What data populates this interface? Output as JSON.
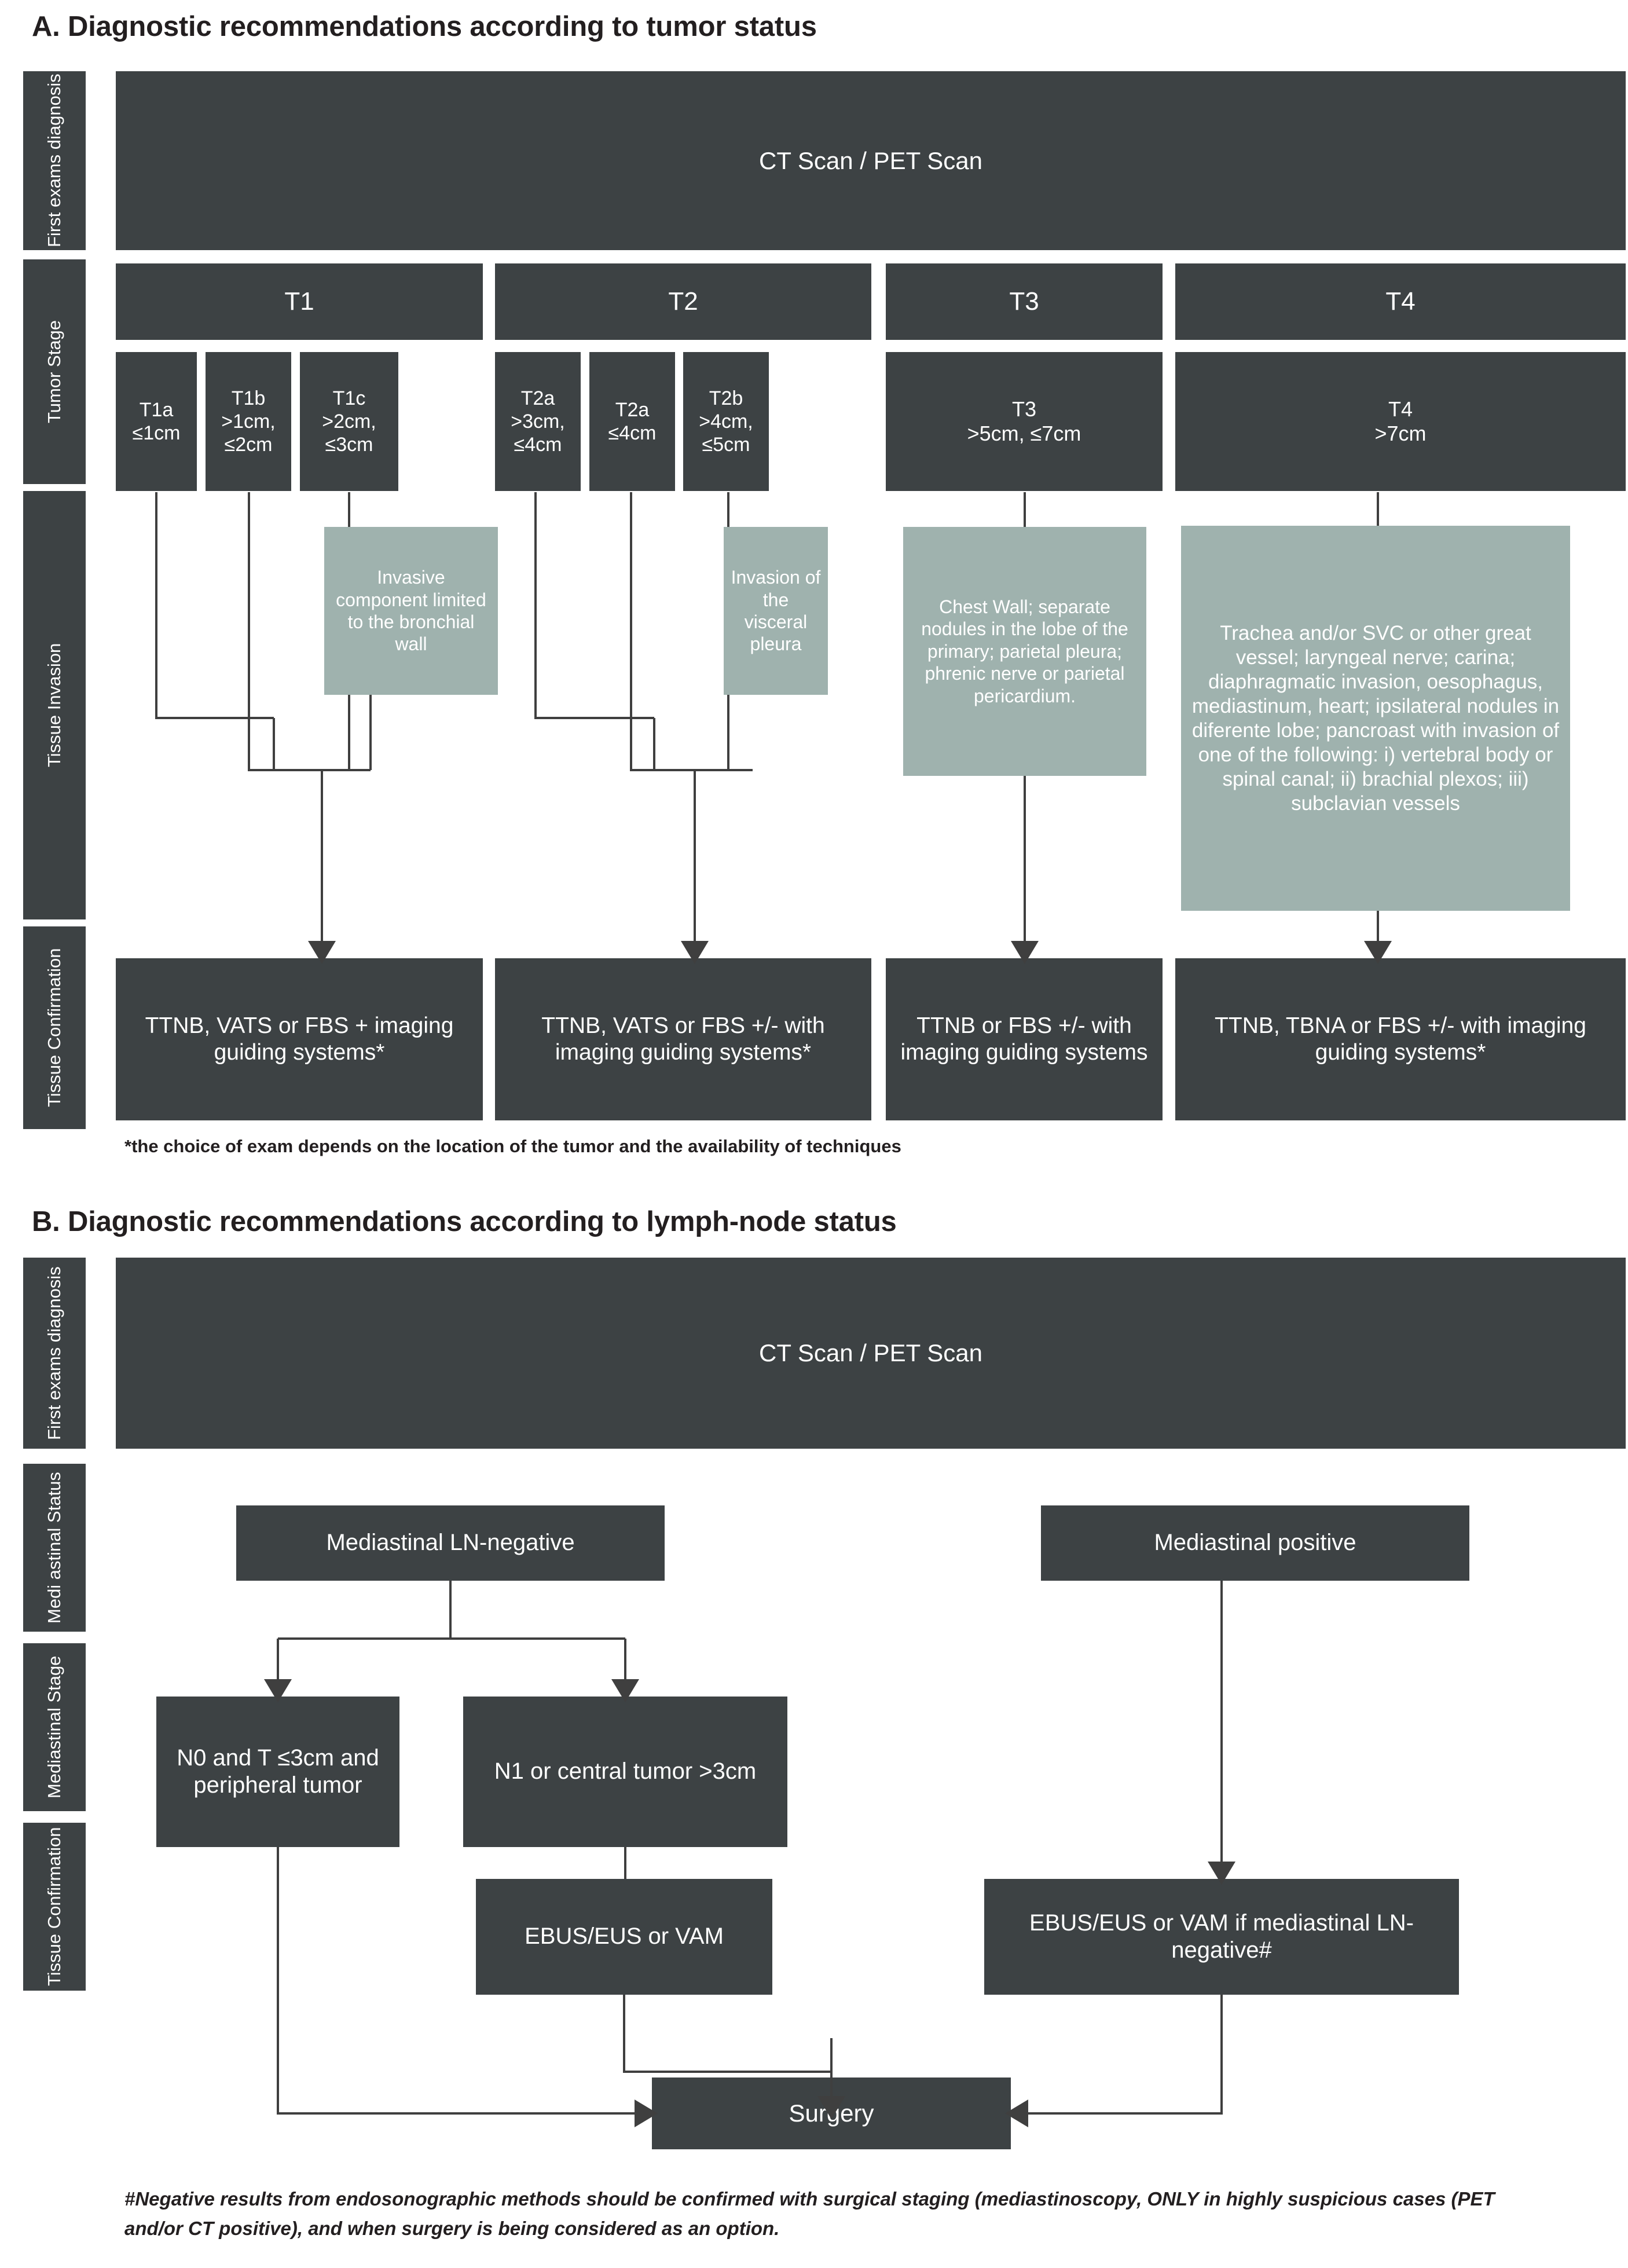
{
  "colors": {
    "dark_box": "#3d4244",
    "teal_box": "#9fb2ae",
    "text_light": "#ffffff",
    "text_dark": "#231f20",
    "connector": "#3f3f3f"
  },
  "panel_a": {
    "title": "A. Diagnostic recommendations according to tumor status",
    "row_labels": {
      "first_exams": "First exams diagnosis",
      "tumor_stage": "Tumor Stage",
      "tissue_invasion": "Tissue Invasion",
      "tissue_confirmation": "Tissue Confirmation"
    },
    "first_exam_box": "CT Scan / PET Scan",
    "stages": [
      {
        "label": "T1"
      },
      {
        "label": "T2"
      },
      {
        "label": "T3"
      },
      {
        "label": "T4"
      }
    ],
    "substages": [
      {
        "label": "T1a\n≤1cm"
      },
      {
        "label": "T1b\n>1cm,\n≤2cm"
      },
      {
        "label": "T1c\n>2cm,\n≤3cm"
      },
      {
        "label": "T2a\n>3cm,\n≤4cm"
      },
      {
        "label": "T2a\n≤4cm"
      },
      {
        "label": "T2b\n>4cm,\n≤5cm"
      },
      {
        "label": "T3\n>5cm, ≤7cm"
      },
      {
        "label": "T4\n>7cm"
      }
    ],
    "invasions": [
      {
        "label": "Invasive component limited to the bronchial wall"
      },
      {
        "label": "Invasion of the visceral pleura"
      },
      {
        "label": "Chest Wall; separate nodules in the lobe of the primary; parietal pleura; phrenic nerve or parietal pericardium."
      },
      {
        "label": "Trachea and/or SVC or other great vessel; laryngeal nerve; carina; diaphragmatic invasion, oesophagus, mediastinum, heart; ipsilateral nodules  in diferente lobe; pancroast with invasion of one of the following: i) vertebral body or spinal canal; ii) brachial plexos; iii) subclavian vessels"
      }
    ],
    "confirmations": [
      {
        "label": "TTNB, VATS or FBS  + imaging guiding systems*"
      },
      {
        "label": "TTNB, VATS or FBS +/- with imaging guiding systems*"
      },
      {
        "label": "TTNB or FBS +/- with imaging guiding systems"
      },
      {
        "label": "TTNB, TBNA or FBS +/- with imaging guiding systems*"
      }
    ],
    "footnote": "*the choice of exam depends on the location of the tumor and the availability of techniques"
  },
  "panel_b": {
    "title": "B. Diagnostic recommendations according to lymph-node status",
    "row_labels": {
      "first_exams": "First exams diagnosis",
      "mediastinal_status": "Medi astinal Status",
      "mediastinal_stage": "Mediastinal Stage",
      "tissue_confirmation": "Tissue Confirmation"
    },
    "first_exam_box": "CT Scan / PET Scan",
    "status_boxes": [
      {
        "label": "Mediastinal LN-negative"
      },
      {
        "label": "Mediastinal positive"
      }
    ],
    "stage_boxes": [
      {
        "label": "N0 and T ≤3cm and peripheral tumor"
      },
      {
        "label": "N1 or central tumor >3cm"
      }
    ],
    "confirmation_boxes": [
      {
        "label": "EBUS/EUS or VAM"
      },
      {
        "label": "EBUS/EUS or VAM if mediastinal LN-negative#"
      }
    ],
    "surgery_box": "Surgery",
    "footnote": "#Negative results from endosonographic methods should be confirmed with surgical staging (mediastinoscopy, ONLY in highly suspicious cases (PET and/or CT positive), and when surgery is being considered as an option."
  }
}
